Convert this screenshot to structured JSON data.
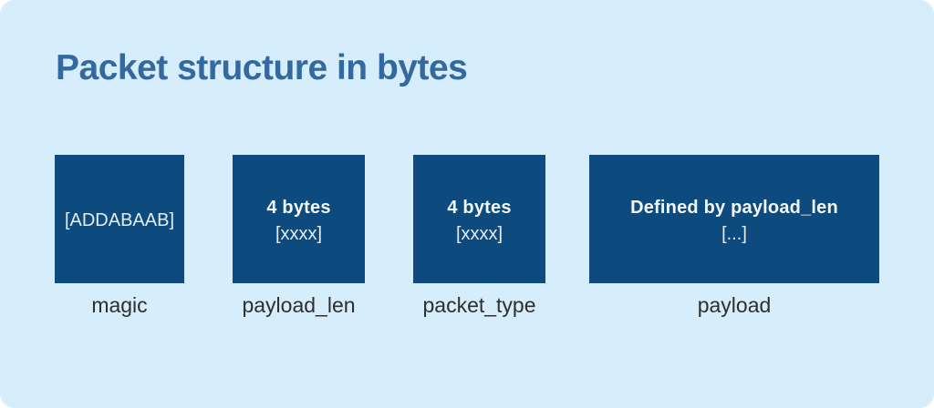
{
  "title": "Packet structure in bytes",
  "colors": {
    "panel_background": "#d6edfc",
    "box_background": "#0d4a7d",
    "title_text": "#34699f",
    "label_text": "#2e2e2e",
    "box_text": "#f5f8fb"
  },
  "fields": [
    {
      "label": "magic",
      "line1": "[ADDABAAB]",
      "line2": ""
    },
    {
      "label": "payload_len",
      "line1": "4 bytes",
      "line2": "[xxxx]"
    },
    {
      "label": "packet_type",
      "line1": "4 bytes",
      "line2": "[xxxx]"
    },
    {
      "label": "payload",
      "line1": "Defined by payload_len",
      "line2": "[...]"
    }
  ]
}
